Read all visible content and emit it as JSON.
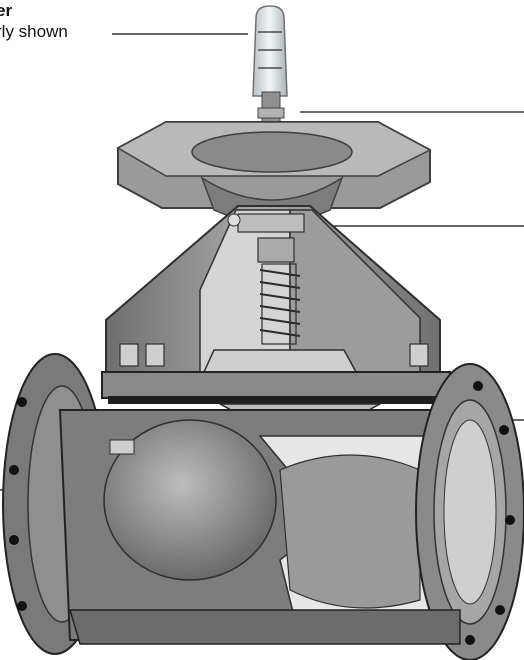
{
  "callouts": {
    "indicator_title": "er",
    "indicator_subtitle": "rly shown"
  },
  "colors": {
    "background": "#ffffff",
    "text": "#111111",
    "body_gray": "#8e8e8e",
    "body_dark": "#5c5c5c",
    "body_light": "#c9c9c9",
    "leader_line": "#111111"
  },
  "figure": {
    "subject": "diaphragm-valve-cutaway-illustration"
  }
}
